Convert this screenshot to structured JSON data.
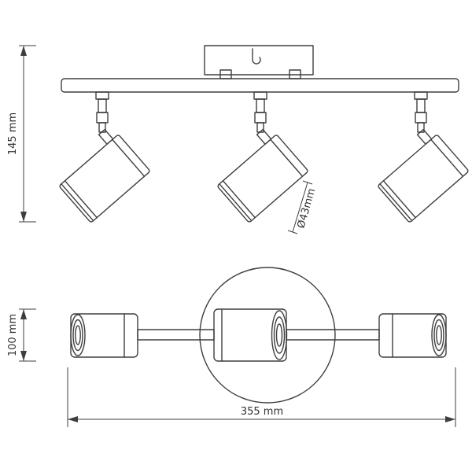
{
  "drawing": {
    "stroke_color": "#3e3e3e",
    "background_color": "#ffffff"
  },
  "dimensions": {
    "side_height": "145 mm",
    "shade_diameter": "Ø43mm",
    "bottom_height": "100 mm",
    "overall_width": "355 mm"
  }
}
